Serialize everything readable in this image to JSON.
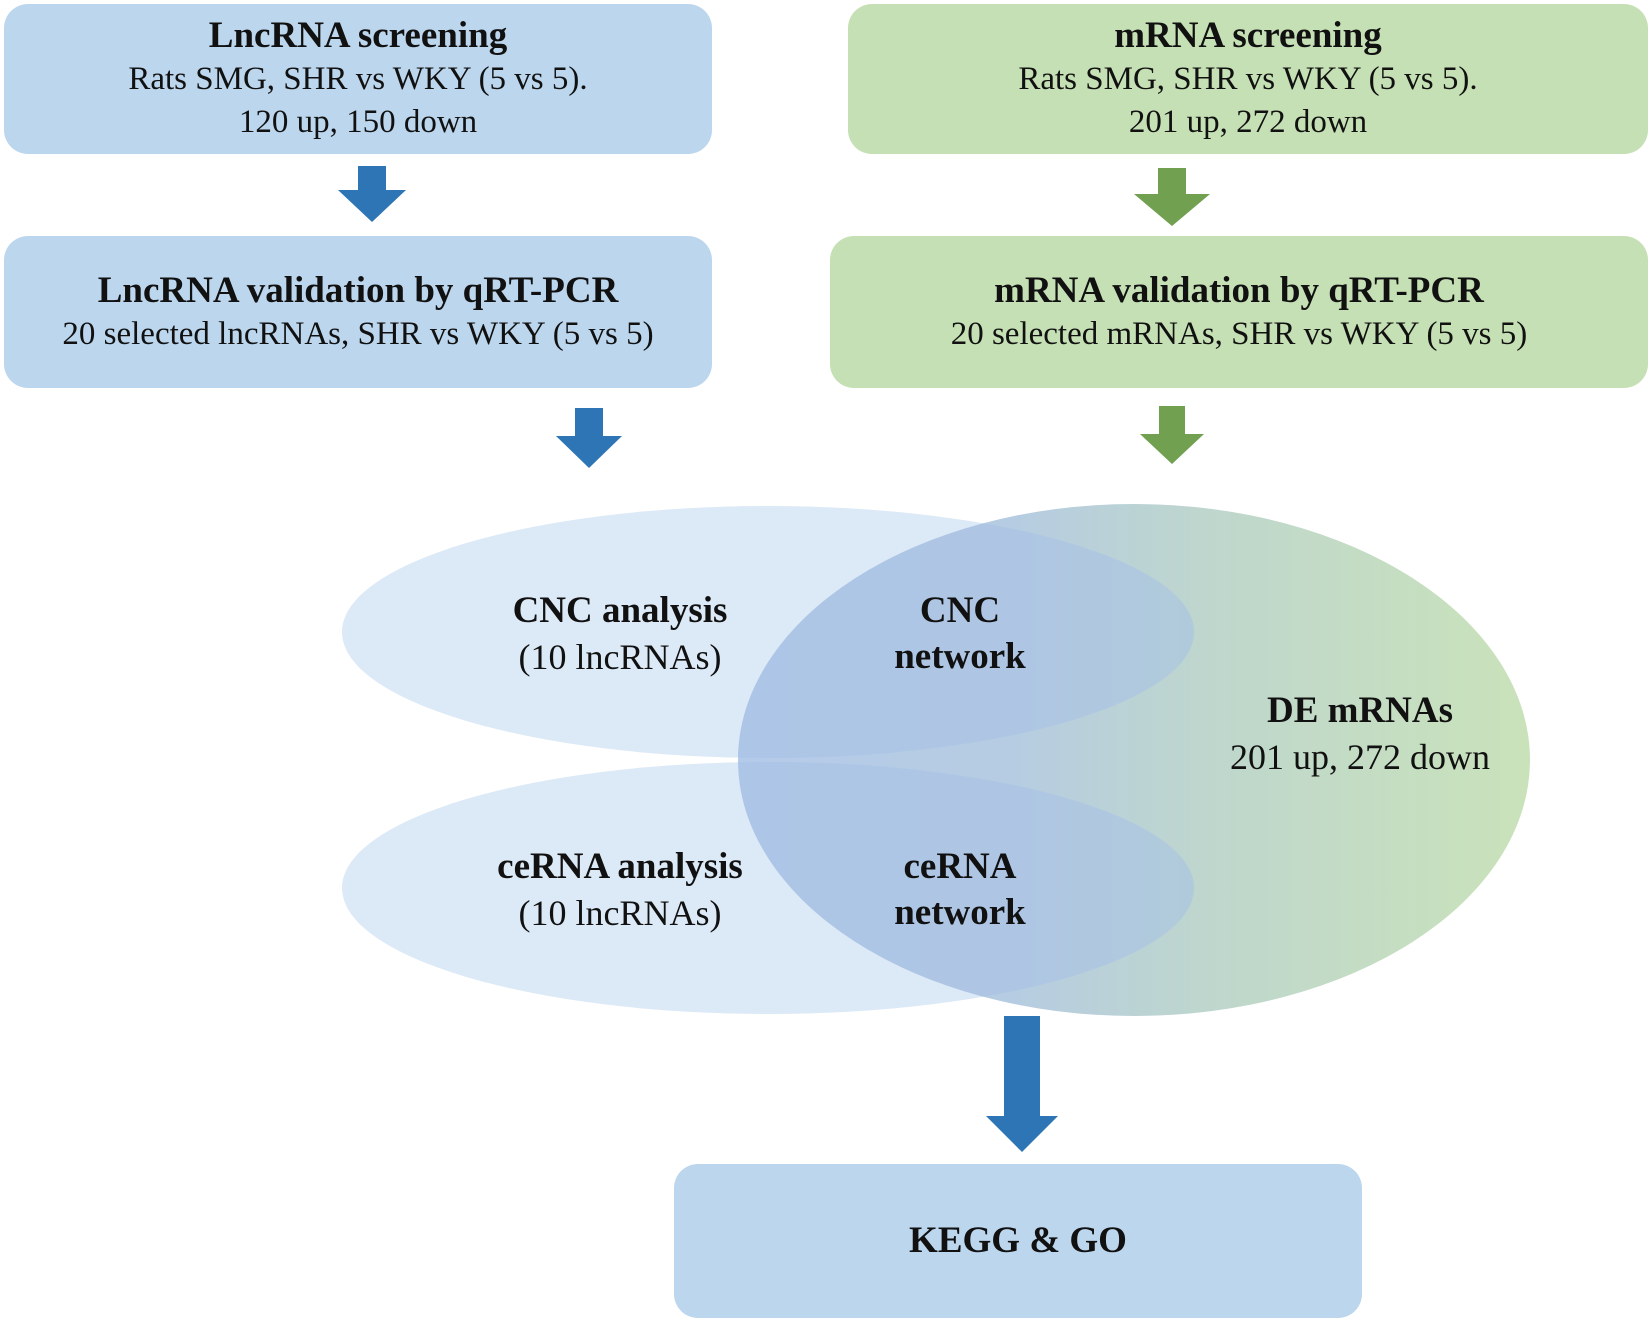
{
  "lnc_screening": {
    "title": "LncRNA screening",
    "line1": "Rats SMG, SHR vs WKY (5 vs 5).",
    "line2": "120 up, 150 down"
  },
  "mrna_screening": {
    "title": "mRNA screening",
    "line1": "Rats SMG, SHR vs WKY (5 vs 5).",
    "line2": "201 up, 272 down"
  },
  "lnc_validation": {
    "title": "LncRNA validation by qRT-PCR",
    "line1": "20 selected lncRNAs, SHR vs WKY (5 vs 5)"
  },
  "mrna_validation": {
    "title": "mRNA validation by qRT-PCR",
    "line1": "20 selected mRNAs, SHR vs WKY (5 vs 5)"
  },
  "venn": {
    "cnc_analysis": {
      "title": "CNC analysis",
      "sub": "(10 lncRNAs)"
    },
    "cerna_analysis": {
      "title": "ceRNA analysis",
      "sub": "(10 lncRNAs)"
    },
    "cnc_network": {
      "line1": "CNC",
      "line2": "network"
    },
    "cerna_network": {
      "line1": "ceRNA",
      "line2": "network"
    },
    "de_mrnas": {
      "title": "DE mRNAs",
      "sub": "201 up, 272 down"
    }
  },
  "kegg_go": {
    "title": "KEGG & GO"
  },
  "colors": {
    "blue_box": "#bcd6ee",
    "green_box": "#c5e0b4",
    "blue_arrow": "#2e75b6",
    "green_arrow": "#70a050",
    "light_ellipse": "#dce9f6"
  }
}
